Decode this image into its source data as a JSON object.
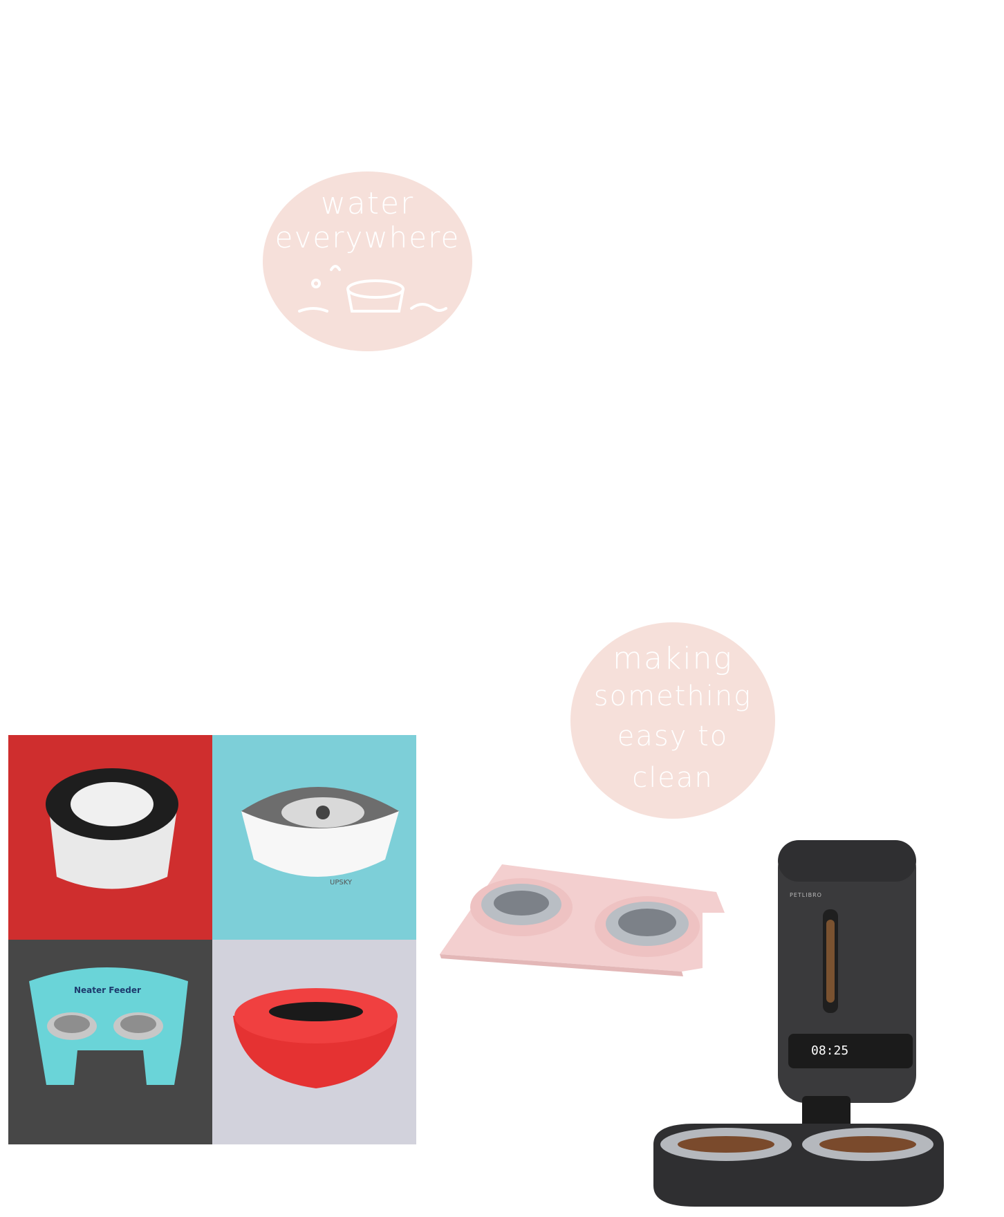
{
  "bubbles": {
    "water": {
      "line1": "water",
      "line2": "everywhere"
    },
    "clean": {
      "line1": "making",
      "line2": "something",
      "line3": "easy to",
      "line4": "clean"
    }
  },
  "products": {
    "grid_colors": {
      "red": "#cf2e2e",
      "cyan": "#7dcfd8",
      "charcoal": "#474747",
      "lavender": "#d2d2dc"
    },
    "bowl_brand_small": "UPSKY",
    "raised_feeder_brand": "Neater Feeder",
    "feeder_brand": "PETLIBRO",
    "feeder_display": "08:25"
  },
  "colors": {
    "bubble": "#f6e0da",
    "pink_tray": "#f3cfcf",
    "feeder_body": "#3a3a3c"
  }
}
